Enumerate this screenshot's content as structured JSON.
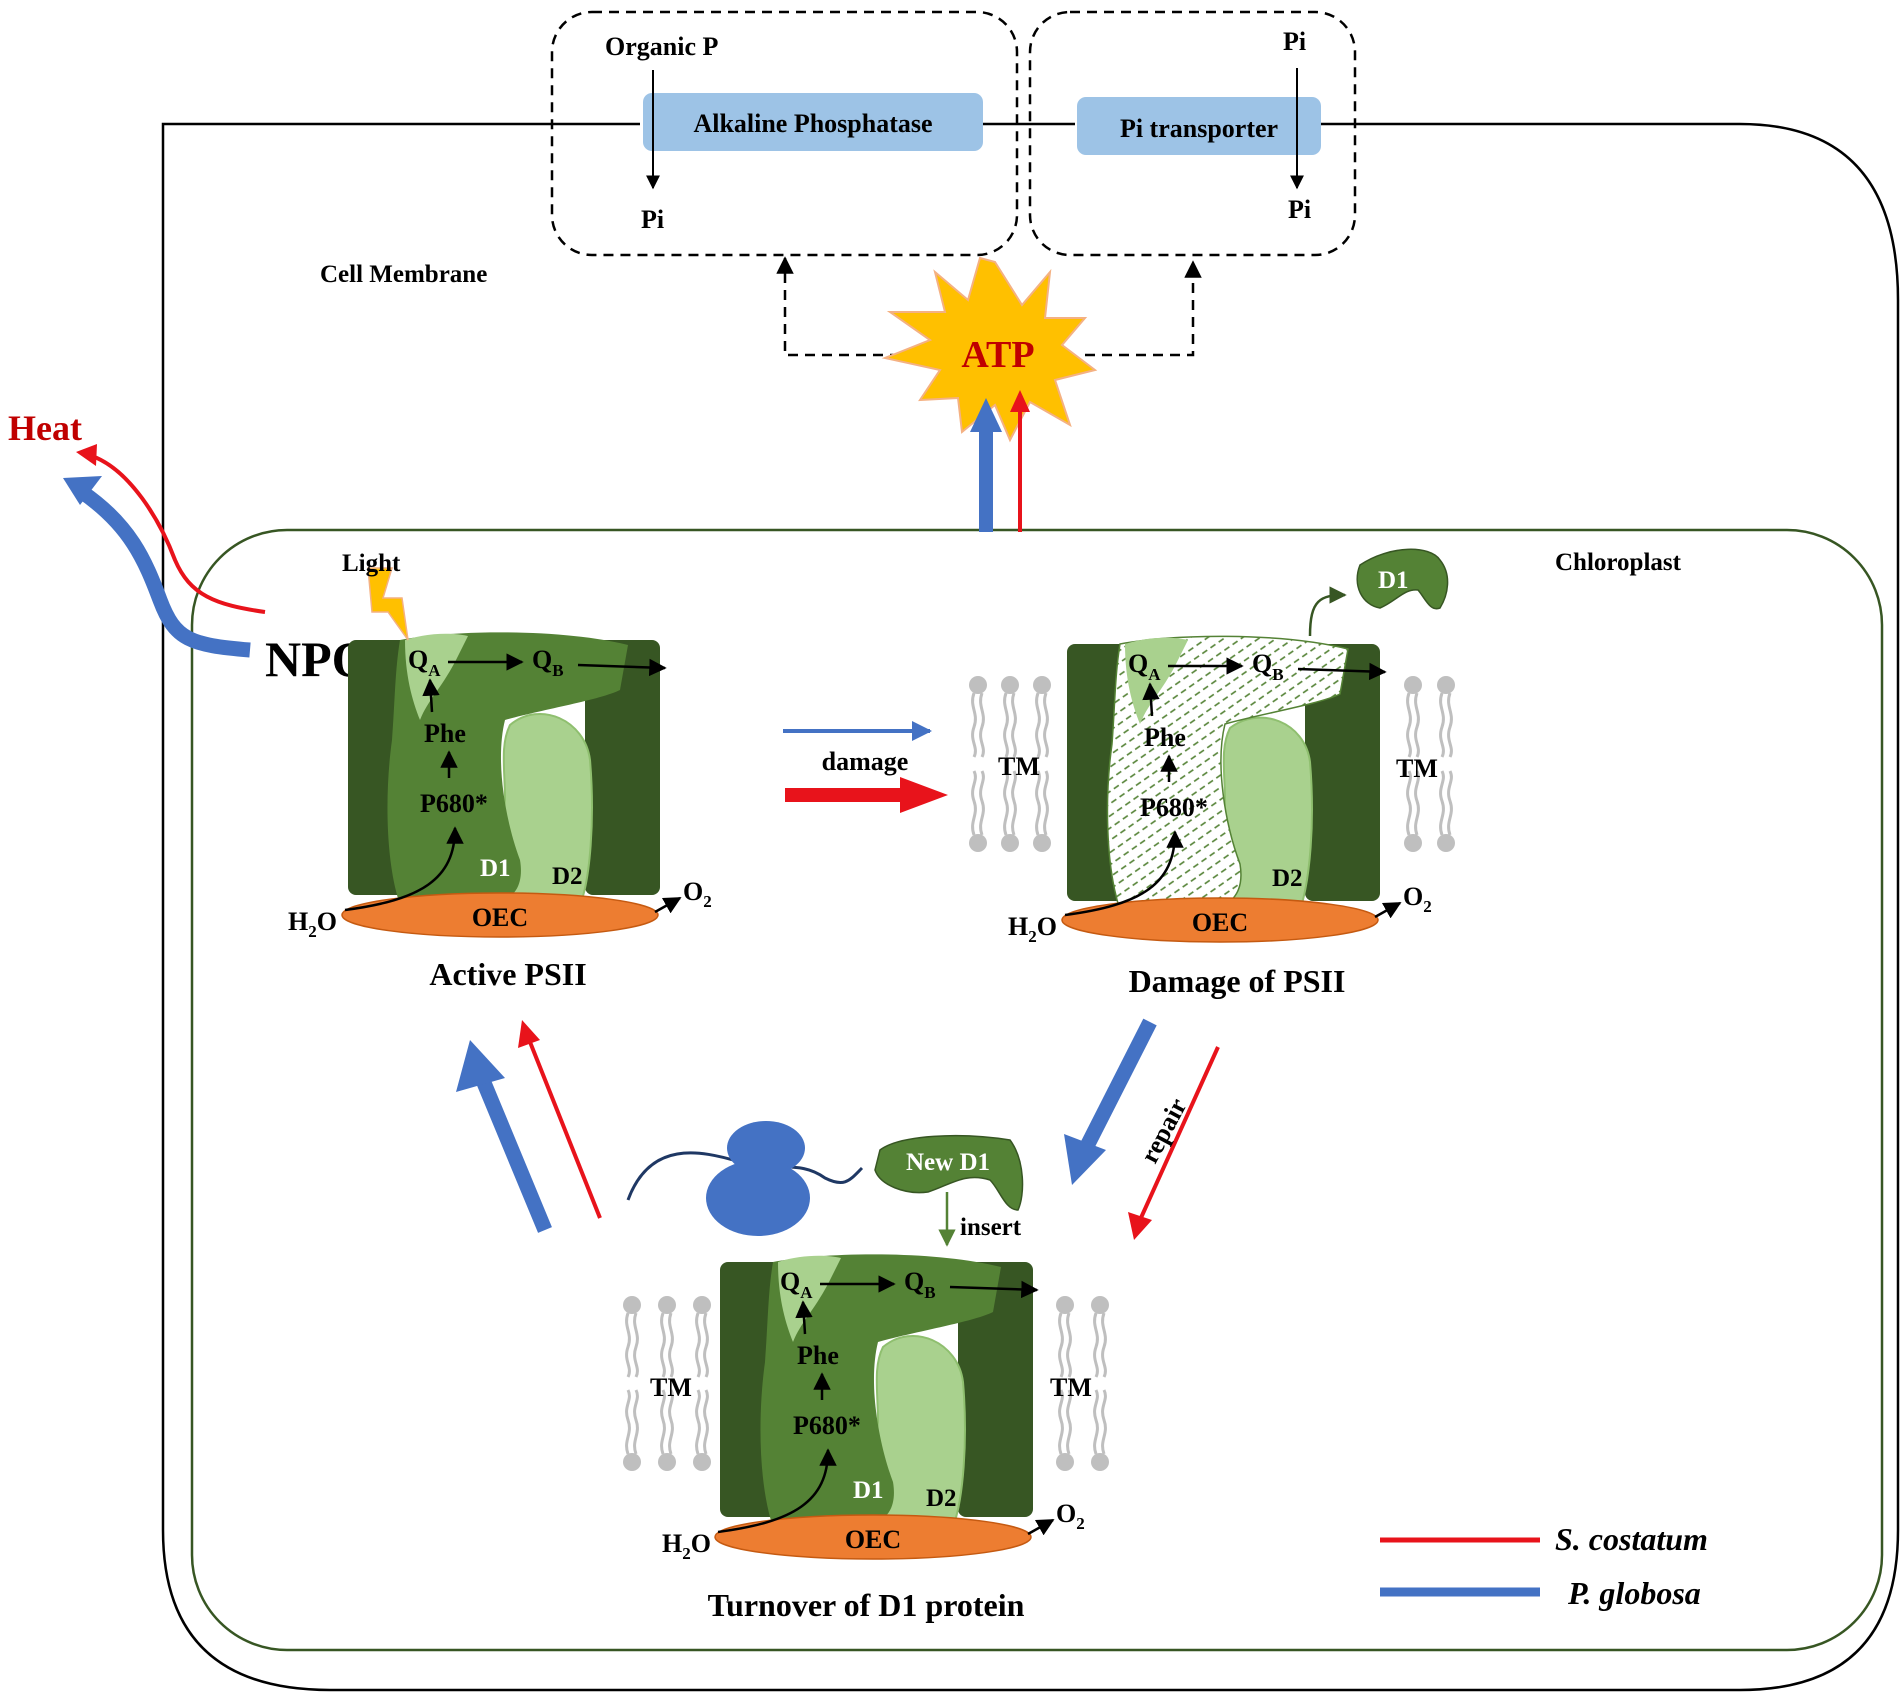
{
  "colors": {
    "s_costatum": "#e8131b",
    "p_globosa": "#4472c4",
    "dark_green": "#375623",
    "mid_green": "#548235",
    "light_green": "#a9d18e",
    "oec_orange": "#ed7d31",
    "atp_yellow": "#ffc000",
    "enzyme_blue": "#9dc3e6",
    "ribosome_blue": "#4472c4",
    "lipid_grey": "#bfbfbf"
  },
  "labels": {
    "organic_p": "Organic P",
    "pi": "Pi",
    "alkaline_phosphatase": "Alkaline Phosphatase",
    "pi_transporter": "Pi transporter",
    "cell_membrane": "Cell Membrane",
    "atp": "ATP",
    "heat": "Heat",
    "npq": "NPQ",
    "light": "Light",
    "chloroplast": "Chloroplast",
    "d1": "D1",
    "d2": "D2",
    "qa": "Q",
    "qa_sub": "A",
    "qb": "Q",
    "qb_sub": "B",
    "phe": "Phe",
    "p680": "P680*",
    "oec": "OEC",
    "h2o": "H",
    "h2o_sub": "2",
    "h2o_tail": "O",
    "o2": "O",
    "o2_sub": "2",
    "tm": "TM",
    "damage": "damage",
    "repair": "repair",
    "new_d1": "New D1",
    "insert": "insert",
    "active_psii": "Active PSII",
    "damage_psii": "Damage of PSII",
    "turnover": "Turnover of D1 protein"
  },
  "legend": [
    {
      "name": "S. costatum",
      "color_key": "s_costatum"
    },
    {
      "name": "P. globosa",
      "color_key": "p_globosa"
    }
  ]
}
